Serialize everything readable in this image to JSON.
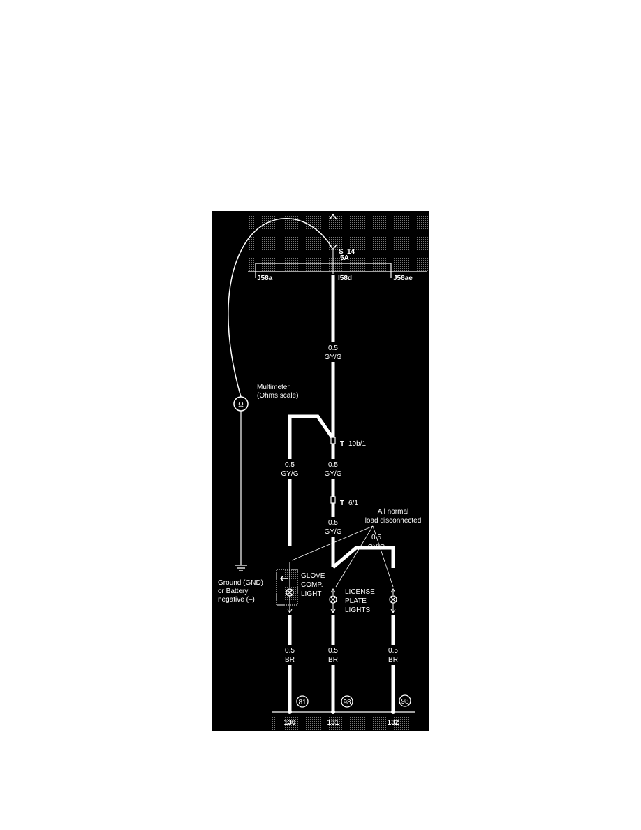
{
  "diagram": {
    "fuse": {
      "name": "S",
      "number": "14",
      "rating": "5A"
    },
    "terminals": [
      "J58a",
      "I58d",
      "J58ae"
    ],
    "wires": {
      "main_size": "0.5",
      "main_color": "GY/G",
      "left_size": "0.5",
      "left_color": "GY/G",
      "mid_size": "0.5",
      "mid_color": "GY/G",
      "lower_size": "0.5",
      "lower_color": "GY/G",
      "branch_size": "0.5",
      "branch_color": "GY/G",
      "br": [
        {
          "size": "0.5",
          "color": "BR"
        },
        {
          "size": "0.5",
          "color": "BR"
        },
        {
          "size": "0.5",
          "color": "BR"
        }
      ]
    },
    "connectors": [
      {
        "letter": "T",
        "sub": "10b/1"
      },
      {
        "letter": "T",
        "sub": "6/1"
      }
    ],
    "multimeter": {
      "line1": "Multimeter",
      "line2": "(Ohms scale)",
      "symbol": "Ω"
    },
    "ground": {
      "line1": "Ground (GND)",
      "line2": "or Battery",
      "line3": "negative (–)"
    },
    "note": {
      "line1": "All normal",
      "line2": "load disconnected"
    },
    "glove": {
      "line1": "GLOVE",
      "line2": "COMP.",
      "line3": "LIGHT"
    },
    "license": {
      "line1": "LICENSE",
      "line2": "PLATE",
      "line3": "LIGHTS"
    },
    "ground_refs": [
      "81",
      "98",
      "98"
    ],
    "ground_points": [
      "130",
      "131",
      "132"
    ],
    "colors": {
      "background": "#000000",
      "lines": "#ffffff",
      "shade": "#3a3a3a"
    }
  }
}
